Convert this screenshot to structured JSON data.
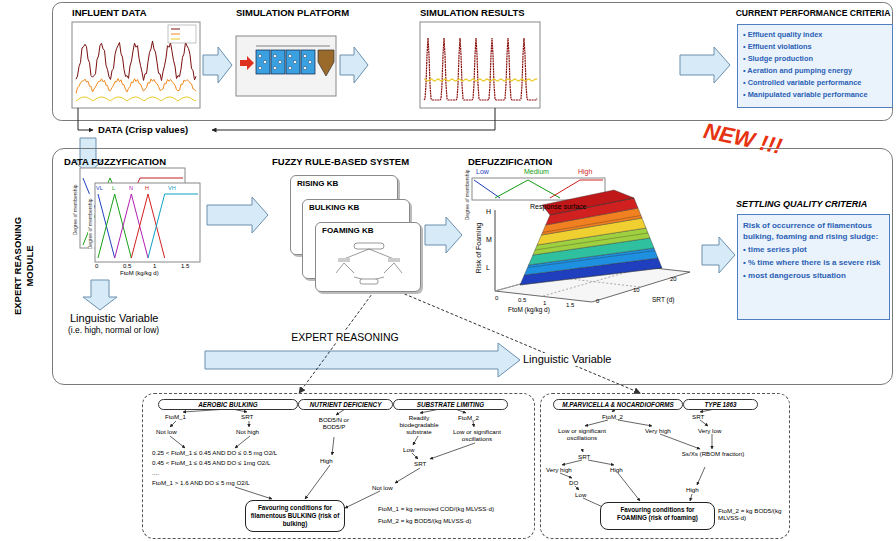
{
  "diagram": {
    "nodes": [
      {
        "text": [
          "CURRENT PERFORMANCE CRITERIA",
          "• Effluent quality index",
          "• Effluent violations",
          "• Sludge production",
          "• Aeration and pumping energy",
          "• Controlled variable performance",
          "• Manipulated variable performance"
        ]
      },
      {
        "text": [
          "EXPERT REASONING MODULE"
        ]
      },
      {
        "text": [
          "RISING KB"
        ],
        "in": 1
      },
      {
        "text": [
          "BULKING KB"
        ],
        "in": 1
      },
      {
        "text": [
          "FOAMING KB"
        ],
        "in": 1
      },
      {
        "text": [
          "SETTLING QUALITY CRITERIA",
          "Risk of occurrence of filamentous bulking, foaming and rising sludge:",
          "• time series plot",
          "• % time where there is a severe risk",
          "• most dangerous situation"
        ],
        "in": 1
      },
      {
        "text": [
          "FtoM_1 = kg removed COD/(kg MLVSS·d)",
          "FtoM_2 = kg BOD5/(kg MLVSS·d)"
        ]
      },
      {
        "text": [
          "AEROBIC BULKING"
        ],
        "in": 6
      },
      {
        "text": [
          "NUTRIENT DEFICIENCY"
        ],
        "in": 6
      },
      {
        "text": [
          "SUBSTRATE LIMITING"
        ],
        "in": 6
      },
      {
        "text": [
          "Favouring conditions for filamentous BULKING (risk of bulking)"
        ],
        "in": 6
      },
      {
        "text": [
          "FtoM_2 = kg BOD5/(kg MLVSS·d)"
        ]
      },
      {
        "text": [
          "M.PARVICELLA & NOCARDIOFORMS"
        ],
        "in": 11
      },
      {
        "text": [
          "TYPE 1863"
        ],
        "in": 11
      },
      {
        "text": [
          "Favouring conditions for FOAMING (risk of foaming)"
        ],
        "in": 11
      }
    ],
    "edges": [
      {
        "from": 3,
        "to": 6,
        "arrow": "to"
      },
      {
        "from": 4,
        "to": 11,
        "arrow": "to"
      }
    ],
    "labels": [
      "INFLUENT DATA",
      "SIMULATION PLATFORM",
      "SIMULATION RESULTS",
      "DATA (Crisp values)",
      "NEW !!!",
      "DATA FUZZYFICATION",
      "FUZZY RULE-BASED SYSTEM",
      "DEFUZZIFICATION",
      "Degree of membership",
      "Degree of membership",
      "VL",
      "L",
      "N",
      "H",
      "VH",
      "0",
      "0.5",
      "1",
      "1.5",
      "FtoM (kg/kg d)",
      "Linguistic Variable",
      "(i.e. high, normal or low)",
      "EXPERT REASONING",
      "Linguistic Variable",
      "Low",
      "Medium",
      "High",
      "Response surface",
      "Degree of membership",
      "Risk of Foaming",
      "H",
      "M",
      "L",
      "0",
      "0.5",
      "1",
      "1.5",
      "FtoM (kg/kg d)",
      "0",
      "10",
      "20",
      "SRT (d)",
      "FtoM_1",
      "SRT",
      "Not low",
      "Not high",
      "0.25 < FtoM_1 ≤ 0.45 AND DO ≤ 0.5 mg O2/L",
      "0.45 < FtoM_1 ≤ 0.45 AND DO ≤ 1mg O2/L",
      "....",
      "FtoM_1 > 1.6 AND DO ≤ 5 mg O2/L",
      "BOD5/N or BOD5/P",
      "High",
      "Readily biodegradable substrate",
      "FtoM_2",
      "Low or significant oscillations",
      "Low",
      "SRT",
      "Not low",
      "FtoM_2",
      "SRT",
      "Low or significant oscillations",
      "Very high",
      "Very low",
      "SRT",
      "Ss/Xs (RBOM fraction)",
      "Very high",
      "High",
      "DO",
      "Low",
      "High"
    ]
  }
}
